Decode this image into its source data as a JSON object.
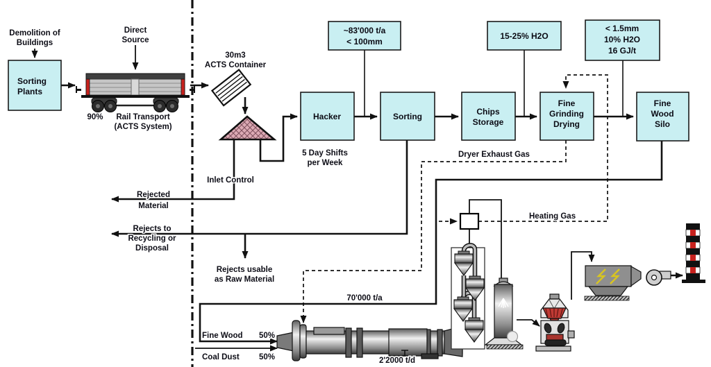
{
  "boxes": {
    "sorting_plants": {
      "l1": "Sorting",
      "l2": "Plants"
    },
    "hacker": {
      "l1": "Hacker"
    },
    "sorting": {
      "l1": "Sorting"
    },
    "chips_storage": {
      "l1": "Chips",
      "l2": "Storage"
    },
    "fine_grinding_drying": {
      "l1": "Fine",
      "l2": "Grinding",
      "l3": "Drying"
    },
    "fine_wood_silo": {
      "l1": "Fine",
      "l2": "Wood",
      "l3": "Silo"
    }
  },
  "spec_boxes": {
    "hacker_output": {
      "l1": "~83'000 t/a",
      "l2": "< 100mm"
    },
    "chips_moisture": {
      "l1": "15-25% H2O"
    },
    "product": {
      "l1": "< 1.5mm",
      "l2": "10% H2O",
      "l3": "16 GJ/t"
    }
  },
  "labels": {
    "demolition": [
      "Demolition of",
      "Buildings"
    ],
    "direct_source": [
      "Direct",
      "Source"
    ],
    "rail_pct": "90%",
    "rail_transport": [
      "Rail Transport",
      "(ACTS System)"
    ],
    "acts_container": [
      "30m3",
      "ACTS Container"
    ],
    "inlet_control": "Inlet Control",
    "day_shifts": [
      "5 Day Shifts",
      "per Week"
    ],
    "rejected": [
      "Rejected",
      "Material"
    ],
    "rejects_recycling": [
      "Rejects to",
      "Recycling or",
      "Disposal"
    ],
    "rejects_usable": [
      "Rejects usable",
      "as Raw Material"
    ],
    "dryer_exhaust": "Dryer Exhaust Gas",
    "heating_gas": "Heating Gas",
    "annual_throughput": "70'000 t/a",
    "fine_wood": "Fine Wood",
    "fine_wood_pct": "50%",
    "coal_dust": "Coal Dust",
    "coal_dust_pct": "50%",
    "daily_throughput": "2'2000 t/d"
  },
  "colors": {
    "box_fill": "#c9eff2",
    "accent_red": "#c8221e",
    "pile_fill": "#dcaab4"
  }
}
